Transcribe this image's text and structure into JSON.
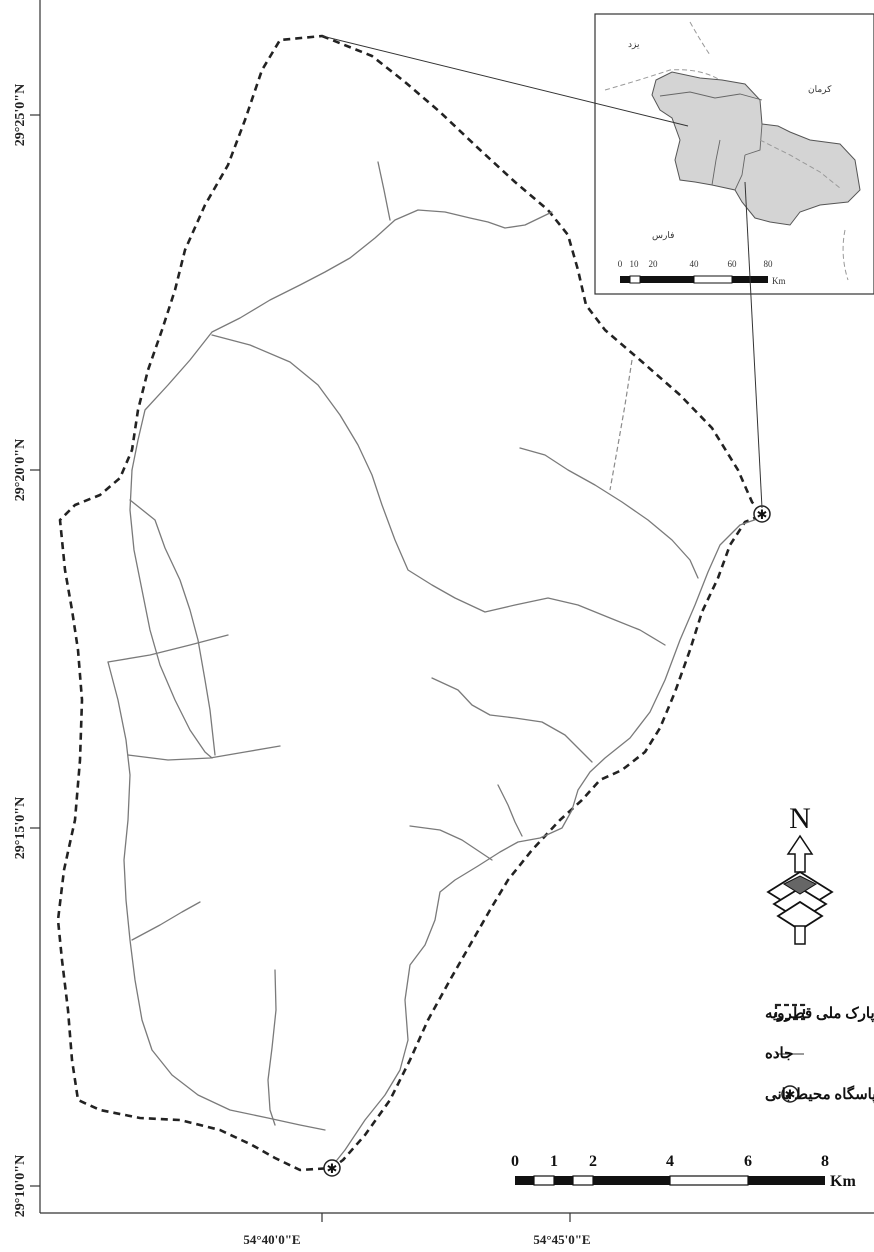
{
  "axes": {
    "lat_labels": [
      "29°25'0\"N",
      "29°20'0\"N",
      "29°15'0\"N",
      "29°10'0\"N"
    ],
    "lon_labels": [
      "54°40'0\"E",
      "54°45'0\"E"
    ]
  },
  "legend": {
    "items": [
      {
        "label": "پارک ملی قطرویه",
        "symbol": "dashed-boundary"
      },
      {
        "label": "جاده",
        "symbol": "road-line"
      },
      {
        "label": "پاسگاه محیط بانی",
        "symbol": "ranger-station"
      }
    ]
  },
  "scale_bar": {
    "ticks": [
      "0",
      "1",
      "2",
      "4",
      "6",
      "8"
    ],
    "unit": "Km"
  },
  "north_arrow": {
    "letter": "N"
  },
  "inset": {
    "labels": {
      "yazd": "یزد",
      "kerman": "کرمان",
      "fars": "فارس"
    },
    "scale_ticks": [
      "0",
      "10",
      "20",
      "40",
      "60",
      "80"
    ],
    "scale_unit": "Km"
  },
  "colors": {
    "boundary": "#222222",
    "road": "#7a7a7a",
    "inset_fill": "#d4d4d4"
  }
}
